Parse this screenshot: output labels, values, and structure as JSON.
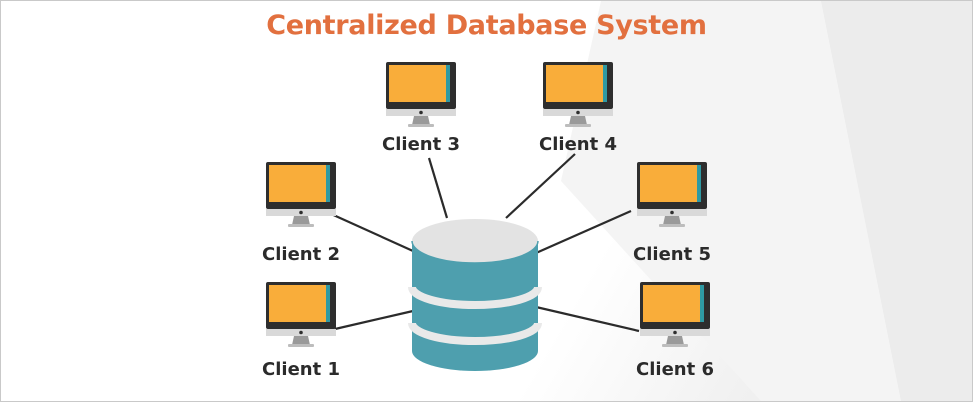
{
  "title": "Centralized Database System",
  "colors": {
    "title": "#e2703f",
    "screen": "#f9ad3a",
    "screen_edge": "#2f9aa3",
    "monitor_frame": "#2e2e2e",
    "monitor_base": "#d9d9d9",
    "database": "#4e9fae",
    "database_top": "#e3e3e3",
    "link": "#2b2b2b"
  },
  "database": {
    "icon": "database-cylinder-icon"
  },
  "clients": [
    {
      "label": "Client 1",
      "icon": "monitor-icon"
    },
    {
      "label": "Client 2",
      "icon": "monitor-icon"
    },
    {
      "label": "Client 3",
      "icon": "monitor-icon"
    },
    {
      "label": "Client 4",
      "icon": "monitor-icon"
    },
    {
      "label": "Client 5",
      "icon": "monitor-icon"
    },
    {
      "label": "Client 6",
      "icon": "monitor-icon"
    }
  ]
}
